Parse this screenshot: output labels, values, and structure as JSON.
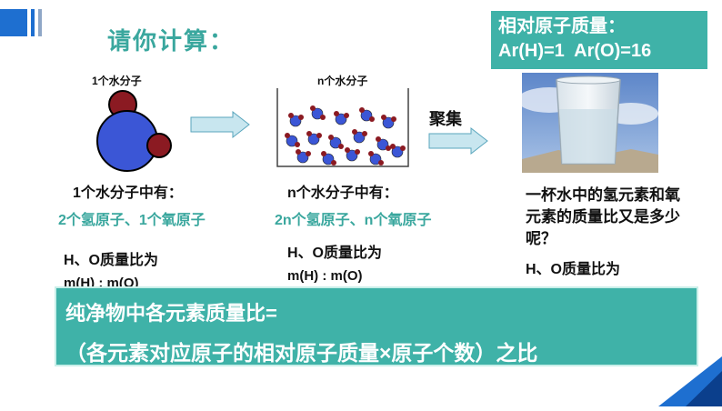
{
  "title": "请你计算：",
  "info_box": {
    "line1": "相对原子质量：",
    "line2": "Ar(H)=1  Ar(O)=16"
  },
  "molecule_single": {
    "label": "1个水分子",
    "statement": "1个水分子中有：",
    "composition": "2个氢原子、1个氧原子",
    "ratio_label": "H、O质量比为",
    "ratio_expr": "m(H) : m(O)"
  },
  "molecule_group": {
    "label": "n个水分子",
    "statement": "n个水分子中有：",
    "composition": "2n个氢原子、n个氧原子",
    "ratio_label": "H、O质量比为",
    "ratio_expr": "m(H) : m(O)"
  },
  "arrow_label": "聚集",
  "glass": {
    "question": "一杯水中的氢元素和氧元素的质量比又是多少呢？",
    "ratio_label": "H、O质量比为"
  },
  "formula": {
    "line1": "纯净物中各元素质量比=",
    "line2": "（各元素对应原子的相对原子质量×原子个数）之比"
  },
  "colors": {
    "teal": "#3fb2a8",
    "accent_blue": "#1e6fd0",
    "oxygen": "#3b56d6",
    "hydrogen": "#8b1a22"
  }
}
